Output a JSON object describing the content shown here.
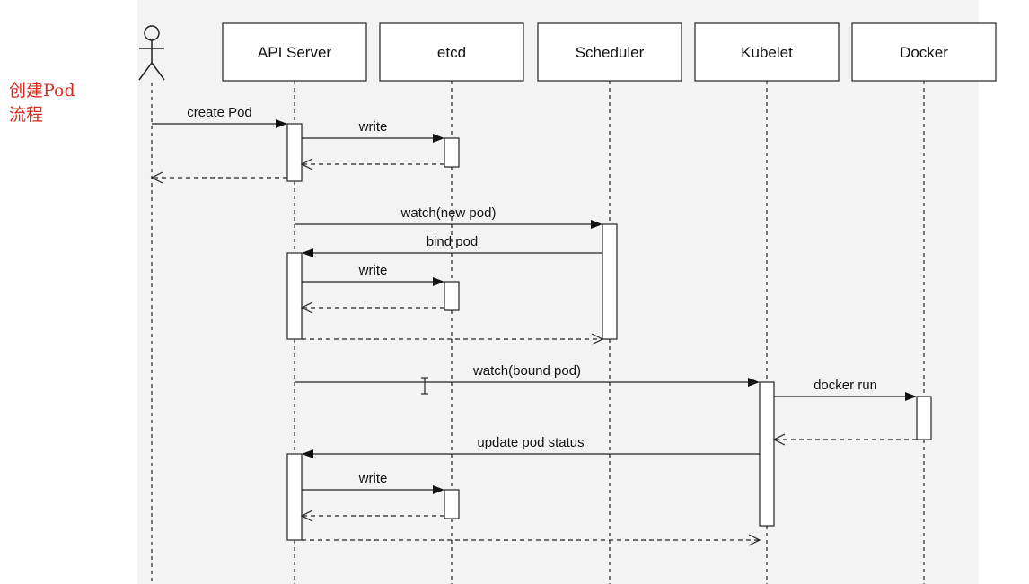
{
  "side_title": "创建Pod\n流程",
  "participants": [
    {
      "id": "actor",
      "label": ""
    },
    {
      "id": "api",
      "label": "API Server"
    },
    {
      "id": "etcd",
      "label": "etcd"
    },
    {
      "id": "scheduler",
      "label": "Scheduler"
    },
    {
      "id": "kubelet",
      "label": "Kubelet"
    },
    {
      "id": "docker",
      "label": "Docker"
    }
  ],
  "messages": [
    {
      "from": "actor",
      "to": "api",
      "label": "create Pod",
      "kind": "call"
    },
    {
      "from": "api",
      "to": "etcd",
      "label": "write",
      "kind": "call"
    },
    {
      "from": "etcd",
      "to": "api",
      "label": "",
      "kind": "return"
    },
    {
      "from": "api",
      "to": "actor",
      "label": "",
      "kind": "return"
    },
    {
      "from": "api",
      "to": "scheduler",
      "label": "watch(new pod)",
      "kind": "call"
    },
    {
      "from": "scheduler",
      "to": "api",
      "label": "bind pod",
      "kind": "call"
    },
    {
      "from": "api",
      "to": "etcd",
      "label": "write",
      "kind": "call"
    },
    {
      "from": "etcd",
      "to": "api",
      "label": "",
      "kind": "return"
    },
    {
      "from": "api",
      "to": "scheduler",
      "label": "",
      "kind": "return"
    },
    {
      "from": "api",
      "to": "kubelet",
      "label": "watch(bound pod)",
      "kind": "call"
    },
    {
      "from": "kubelet",
      "to": "docker",
      "label": "docker run",
      "kind": "call"
    },
    {
      "from": "docker",
      "to": "kubelet",
      "label": "",
      "kind": "return"
    },
    {
      "from": "kubelet",
      "to": "api",
      "label": "update pod status",
      "kind": "call"
    },
    {
      "from": "api",
      "to": "etcd",
      "label": "write",
      "kind": "call"
    },
    {
      "from": "etcd",
      "to": "api",
      "label": "",
      "kind": "return"
    },
    {
      "from": "api",
      "to": "kubelet",
      "label": "",
      "kind": "return"
    }
  ]
}
